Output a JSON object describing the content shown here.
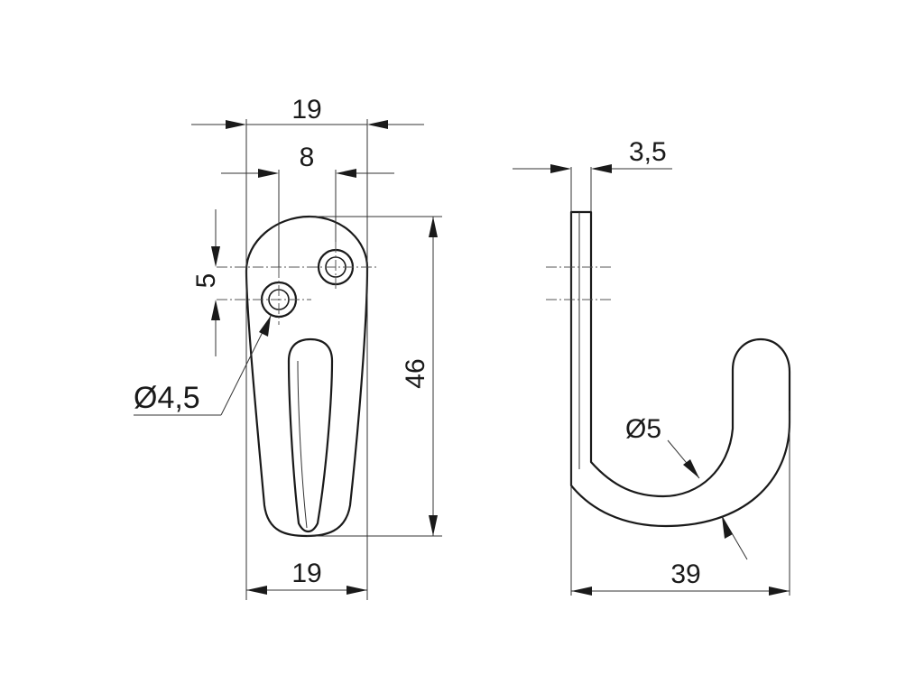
{
  "colors": {
    "line": "#1a1a1a",
    "background": "#ffffff"
  },
  "dimensions": {
    "top_width": "19",
    "hole_spacing_horizontal": "8",
    "hole_spacing_vertical": "5",
    "hole_diameter": "Ø4,5",
    "height": "46",
    "bottom_width": "19",
    "thickness": "3,5",
    "rod_diameter": "Ø5",
    "depth": "39"
  }
}
